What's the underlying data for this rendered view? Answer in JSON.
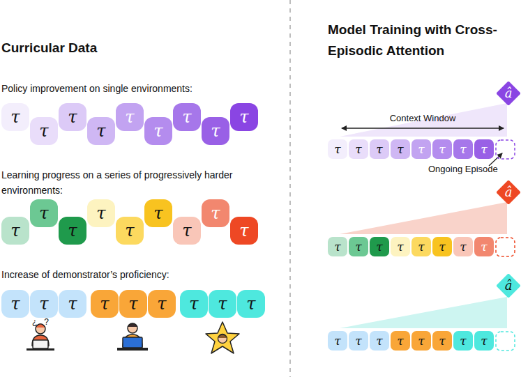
{
  "diagram": {
    "nodes": [
      {
        "text": [
          "τ"
        ]
      },
      {
        "text": [
          "τ"
        ]
      },
      {
        "text": [
          "τ"
        ]
      },
      {
        "text": [
          "τ"
        ]
      },
      {
        "text": [
          "τ"
        ]
      },
      {
        "text": [
          "τ"
        ]
      },
      {
        "text": [
          "τ"
        ]
      },
      {
        "text": [
          "τ"
        ]
      },
      {
        "text": [
          "τ"
        ]
      },
      {
        "text": [
          "τ"
        ]
      },
      {
        "text": [
          "τ"
        ]
      },
      {
        "text": [
          "τ"
        ]
      },
      {
        "text": [
          "τ"
        ]
      },
      {
        "text": [
          "τ"
        ]
      },
      {
        "text": [
          "τ"
        ]
      },
      {
        "text": [
          "τ"
        ]
      },
      {
        "text": [
          "τ"
        ]
      },
      {
        "text": [
          "τ"
        ]
      },
      {
        "text": [
          "τ"
        ]
      },
      {
        "text": [
          "τ"
        ]
      },
      {
        "text": [
          "τ"
        ]
      },
      {
        "text": [
          "τ"
        ]
      },
      {
        "text": [
          "τ"
        ]
      },
      {
        "text": [
          "τ"
        ]
      },
      {
        "text": [
          "τ"
        ]
      },
      {
        "text": [
          "τ"
        ]
      },
      {
        "text": [
          "τ"
        ]
      },
      {
        "text": [
          "â"
        ]
      },
      {
        "text": [
          "τ"
        ]
      },
      {
        "text": [
          "τ"
        ]
      },
      {
        "text": [
          "τ"
        ]
      },
      {
        "text": [
          "τ"
        ]
      },
      {
        "text": [
          "τ"
        ]
      },
      {
        "text": [
          "τ"
        ]
      },
      {
        "text": [
          "τ"
        ]
      },
      {
        "text": [
          "τ"
        ]
      },
      {
        "text": [
          "â"
        ]
      },
      {
        "text": [
          "τ"
        ]
      },
      {
        "text": [
          "τ"
        ]
      },
      {
        "text": [
          "τ"
        ]
      },
      {
        "text": [
          "τ"
        ]
      },
      {
        "text": [
          "τ"
        ]
      },
      {
        "text": [
          "τ"
        ]
      },
      {
        "text": [
          "τ"
        ]
      },
      {
        "text": [
          "τ"
        ]
      },
      {
        "text": [
          "â"
        ]
      },
      {
        "text": [
          "τ"
        ]
      },
      {
        "text": [
          "τ"
        ]
      },
      {
        "text": [
          "τ"
        ]
      },
      {
        "text": [
          "τ"
        ]
      },
      {
        "text": [
          "τ"
        ]
      },
      {
        "text": [
          "τ"
        ]
      },
      {
        "text": [
          "τ"
        ]
      },
      {
        "text": [
          "τ"
        ]
      }
    ],
    "labels": [
      "Curricular Data",
      "Policy improvement on single environments:",
      "Learning progress on a series of progressively harder environments:",
      "Increase of demonstrator’s proficiency:",
      "Model Training with Cross-Episodic Attention",
      "Context Window",
      "Ongoing Episode",
      "¿?"
    ]
  }
}
